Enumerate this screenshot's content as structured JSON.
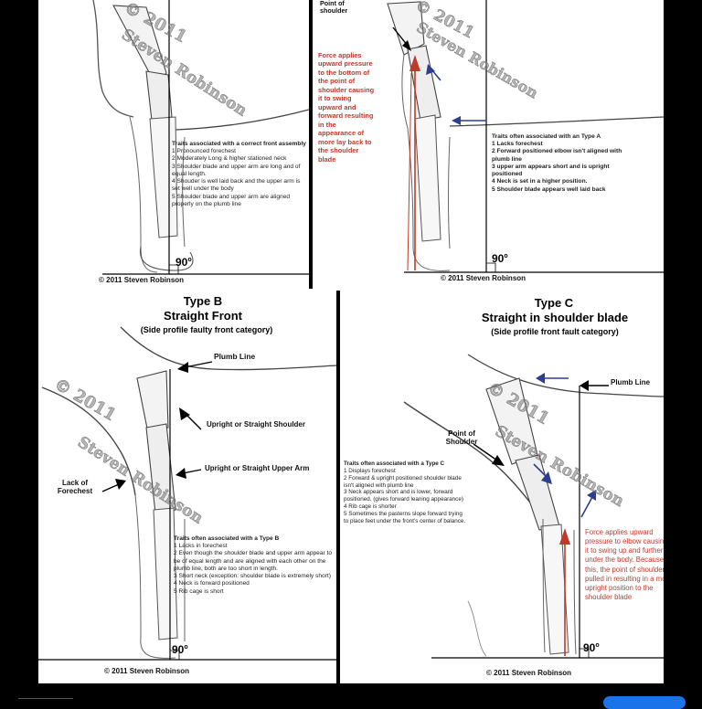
{
  "colors": {
    "accent_red": "#c0392b",
    "arrow_blue": "#2c3e90",
    "line": "#000000"
  },
  "top_left": {
    "watermark_year": "© 2011",
    "watermark_name": "Steven Robinson",
    "traits_title": "Traits associated with a correct front assembly",
    "traits": [
      "1 Pronounced forechest",
      "2 Moderately Long & higher stationed neck",
      "3 Shoulder blade and upper arm are long and of equal length.",
      "4 Shouder is well laid back and the upper arm is set well under the body",
      "5 Shoulder blade and upper arm are aligned properly on the plumb line"
    ],
    "degree": "90",
    "degree_sup": "o",
    "copyright": "© 2011 Steven Robinson"
  },
  "top_right": {
    "point_label": "Point of shoulder",
    "watermark_year": "© 2011",
    "watermark_name": "Steven Robinson",
    "force_text": "Force applies upward pressure to the bottom of the point of shoulder causing it to swing upward and forward resulting in the appearance of more lay back to the shoulder blade",
    "traits_title": "Traits often associated with an Type A",
    "traits": [
      "1 Lacks forechest",
      "2 Forward positioned elbow isn't aligned with plumb line",
      "3 upper arm appears short and is upright positioned",
      "4 Neck is set in a higher position.",
      "5 Shoulder blade appears well laid back"
    ],
    "degree": "90",
    "degree_sup": "o",
    "copyright": "© 2011 Steven Robinson"
  },
  "bottom_left": {
    "title": "Type B",
    "subtitle": "Straight Front",
    "category": "(Side profile faulty front category)",
    "plumb_label": "Plumb Line",
    "shoulder_label": "Upright or Straight Shoulder",
    "upper_arm_label": "Upright or Straight Upper Arm",
    "forechest_label": "Lack of Forechest",
    "watermark_year": "© 2011",
    "watermark_name": "Steven Robinson",
    "traits_title": "Traits often associated with a Type B",
    "traits": [
      "1 Lacks in forechest",
      "2 Even though the shoulder blade and upper arm appear to be of equal length and are aligned with each other on the plumb line, both are too short in length.",
      "3 Short neck (exception: shoulder blade is extremely short)",
      "4 Neck is forward positioned",
      "5 Rib cage is short"
    ],
    "degree": "90",
    "degree_sup": "o",
    "copyright": "© 2011 Steven Robinson"
  },
  "bottom_right": {
    "title": "Type C",
    "subtitle": "Straight in shoulder blade",
    "category": "(Side profile front fault category)",
    "plumb_label": "Plumb Line",
    "point_label": "Point of Shoulder",
    "watermark_year": "© 2011",
    "watermark_name": "Steven Robinson",
    "traits_title": "Traits often associated with a Type C",
    "traits": [
      "1 Displays forechest",
      "2 Forward & upright positioned shoulder blade isn't aligned with plumb line",
      "3 Neck appears short and is lower, forward positioned. (gives forward leaning appearance)",
      "4 Rib cage is shorter",
      "5 Sometimes the pasterns slope forward trying to place feet under the front's center of balance."
    ],
    "force_text": "Force applies upward pressure to elbow causing it to swing up and further under the body. Because of this, the point of shoulder is pulled in resulting in a more upright position to the shoulder blade",
    "degree": "90",
    "degree_sup": "o",
    "copyright": "© 2011 Steven Robinson"
  }
}
